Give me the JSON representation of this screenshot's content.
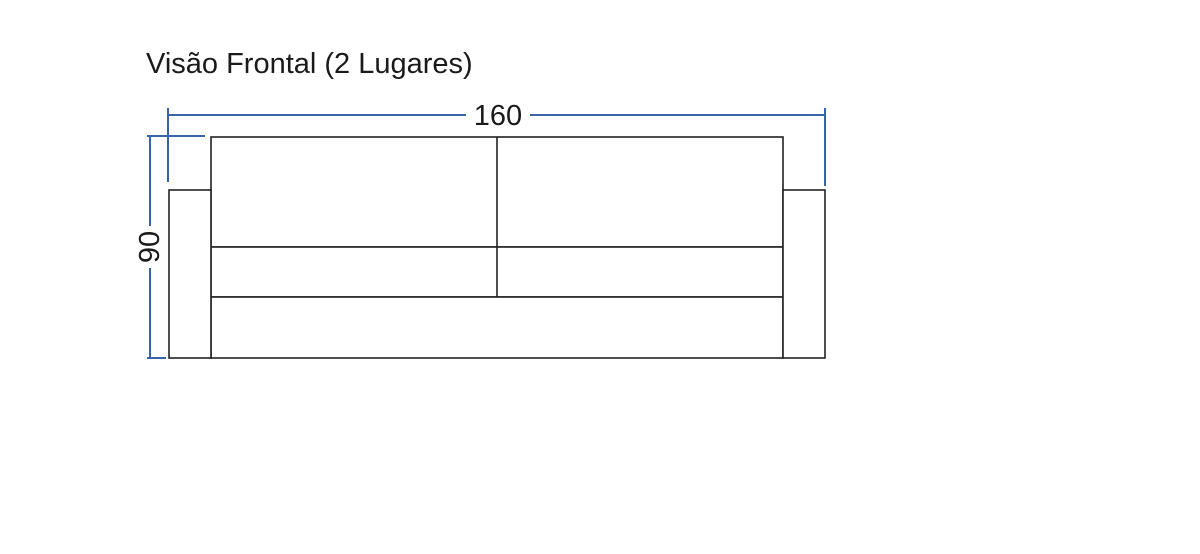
{
  "title": "Visão Frontal (2 Lugares)",
  "dimensions": {
    "width_label": "160",
    "height_label": "90"
  },
  "colors": {
    "dimension_line": "#3a64a8",
    "outline": "#222222",
    "background": "#ffffff"
  }
}
